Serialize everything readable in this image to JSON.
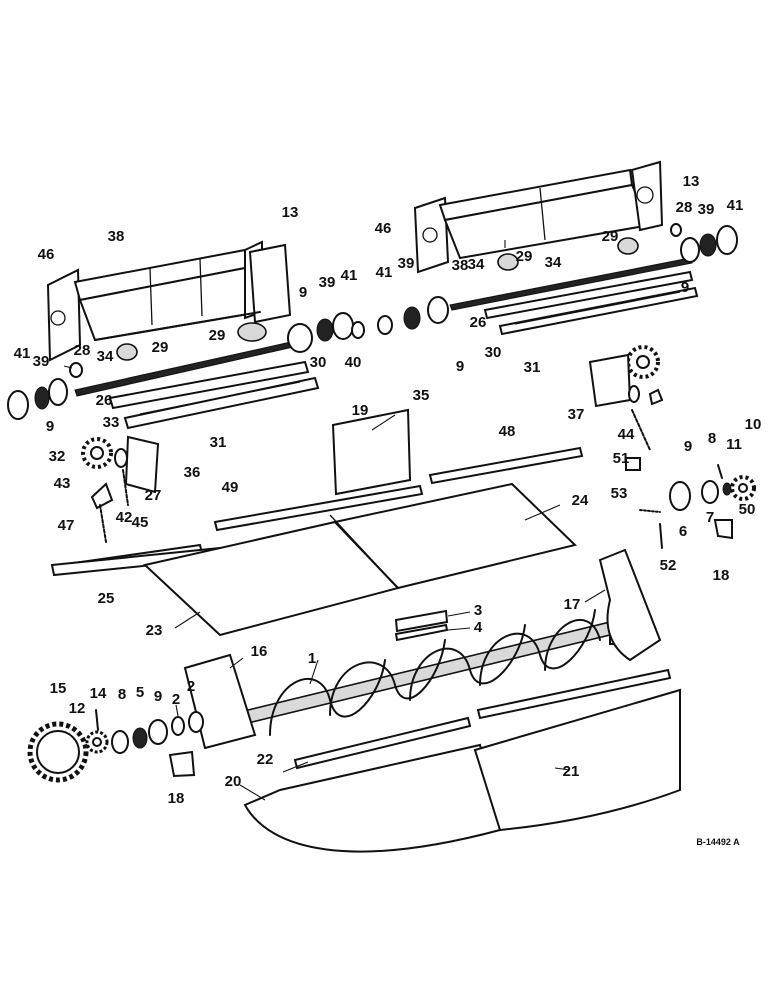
{
  "drawing_ref": "B-14492 A",
  "callouts": [
    {
      "label": "1"
    },
    {
      "label": "2"
    },
    {
      "label": "2"
    },
    {
      "label": "3"
    },
    {
      "label": "4"
    },
    {
      "label": "5"
    },
    {
      "label": "6"
    },
    {
      "label": "7"
    },
    {
      "label": "8"
    },
    {
      "label": "8"
    },
    {
      "label": "9"
    },
    {
      "label": "9"
    },
    {
      "label": "9"
    },
    {
      "label": "9"
    },
    {
      "label": "9"
    },
    {
      "label": "9"
    },
    {
      "label": "10"
    },
    {
      "label": "11"
    },
    {
      "label": "12"
    },
    {
      "label": "13"
    },
    {
      "label": "13"
    },
    {
      "label": "14"
    },
    {
      "label": "15"
    },
    {
      "label": "16"
    },
    {
      "label": "17"
    },
    {
      "label": "18"
    },
    {
      "label": "18"
    },
    {
      "label": "19"
    },
    {
      "label": "20"
    },
    {
      "label": "21"
    },
    {
      "label": "22"
    },
    {
      "label": "23"
    },
    {
      "label": "24"
    },
    {
      "label": "25"
    },
    {
      "label": "26"
    },
    {
      "label": "26"
    },
    {
      "label": "27"
    },
    {
      "label": "28"
    },
    {
      "label": "28"
    },
    {
      "label": "29"
    },
    {
      "label": "29"
    },
    {
      "label": "29"
    },
    {
      "label": "29"
    },
    {
      "label": "30"
    },
    {
      "label": "30"
    },
    {
      "label": "31"
    },
    {
      "label": "31"
    },
    {
      "label": "32"
    },
    {
      "label": "33"
    },
    {
      "label": "34"
    },
    {
      "label": "34"
    },
    {
      "label": "34"
    },
    {
      "label": "35"
    },
    {
      "label": "36"
    },
    {
      "label": "37"
    },
    {
      "label": "38"
    },
    {
      "label": "38"
    },
    {
      "label": "39"
    },
    {
      "label": "39"
    },
    {
      "label": "39"
    },
    {
      "label": "39"
    },
    {
      "label": "40"
    },
    {
      "label": "41"
    },
    {
      "label": "41"
    },
    {
      "label": "41"
    },
    {
      "label": "41"
    },
    {
      "label": "42"
    },
    {
      "label": "43"
    },
    {
      "label": "44"
    },
    {
      "label": "45"
    },
    {
      "label": "46"
    },
    {
      "label": "46"
    },
    {
      "label": "47"
    },
    {
      "label": "48"
    },
    {
      "label": "49"
    },
    {
      "label": "50"
    },
    {
      "label": "51"
    },
    {
      "label": "52"
    },
    {
      "label": "53"
    }
  ]
}
